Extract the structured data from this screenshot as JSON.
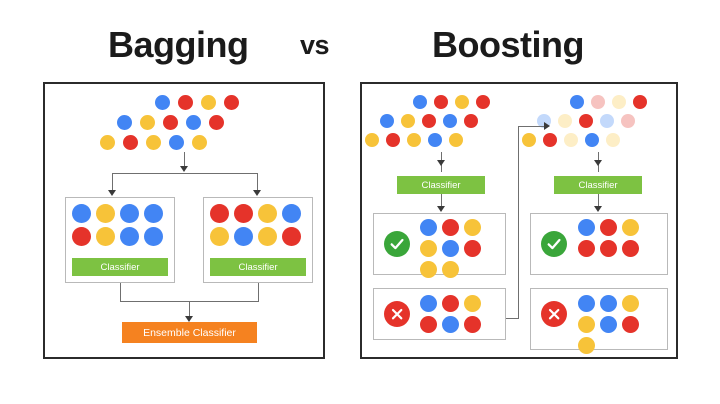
{
  "title": {
    "left": "Bagging",
    "middle": "vs",
    "right": "Boosting"
  },
  "colors": {
    "blue": "#4285f4",
    "red": "#e5332a",
    "yellow": "#f7c339",
    "faded_blue": "#c3d9fb",
    "faded_red": "#f6c3c0",
    "faded_yellow": "#fdeec6",
    "classifier_green": "#7dc242",
    "ensemble_orange": "#f58220",
    "check_green": "#3aa63a",
    "cross_red": "#e5332a",
    "panel_border": "#2b2b2b",
    "subbox_border": "#b9b9b9",
    "connector": "#6f6f6f"
  },
  "labels": {
    "classifier": "Classifier",
    "ensemble_classifier": "Ensemble Classifier",
    "check_icon": "check-mark",
    "cross_icon": "cross-mark"
  },
  "bagging": {
    "dataset": {
      "rows": [
        [
          "blue",
          "red",
          "yellow",
          "red"
        ],
        [
          "blue",
          "yellow",
          "red",
          "blue",
          "red"
        ],
        [
          "yellow",
          "red",
          "yellow",
          "blue",
          "yellow"
        ]
      ]
    },
    "branches": [
      {
        "sample": {
          "rows": [
            [
              "blue",
              "yellow",
              "blue",
              "blue"
            ],
            [
              "red",
              "yellow",
              "blue",
              "blue"
            ]
          ]
        },
        "classifier": "Classifier"
      },
      {
        "sample": {
          "rows": [
            [
              "red",
              "red",
              "yellow",
              "blue"
            ],
            [
              "yellow",
              "blue",
              "yellow",
              "red"
            ]
          ]
        },
        "classifier": "Classifier"
      }
    ],
    "output": "Ensemble Classifier"
  },
  "boosting": {
    "stages": [
      {
        "dataset": {
          "rows": [
            [
              "blue",
              "red",
              "yellow",
              "red"
            ],
            [
              "blue",
              "yellow",
              "red",
              "blue",
              "red"
            ],
            [
              "yellow",
              "red",
              "yellow",
              "blue",
              "yellow"
            ]
          ]
        },
        "classifier": "Classifier",
        "correct": {
          "badge": "check-mark",
          "rows": [
            [
              "blue",
              "red",
              "yellow"
            ],
            [
              "yellow",
              "blue",
              "red"
            ],
            [
              "yellow",
              "yellow"
            ]
          ]
        },
        "incorrect": {
          "badge": "cross-mark",
          "rows": [
            [
              "blue",
              "red",
              "yellow"
            ],
            [
              "red",
              "blue",
              "red"
            ]
          ]
        }
      },
      {
        "dataset": {
          "rows": [
            [
              "blue",
              "faded_red",
              "faded_yellow",
              "red"
            ],
            [
              "faded_blue",
              "faded_yellow",
              "red",
              "faded_blue",
              "faded_red"
            ],
            [
              "yellow",
              "red",
              "faded_yellow",
              "blue",
              "faded_yellow"
            ]
          ]
        },
        "classifier": "Classifier",
        "correct": {
          "badge": "check-mark",
          "rows": [
            [
              "blue",
              "red",
              "yellow"
            ],
            [
              "red",
              "red",
              "red"
            ]
          ]
        },
        "incorrect": {
          "badge": "cross-mark",
          "rows": [
            [
              "blue",
              "blue",
              "yellow"
            ],
            [
              "yellow",
              "blue",
              "red"
            ],
            [
              "yellow"
            ]
          ]
        }
      }
    ]
  }
}
